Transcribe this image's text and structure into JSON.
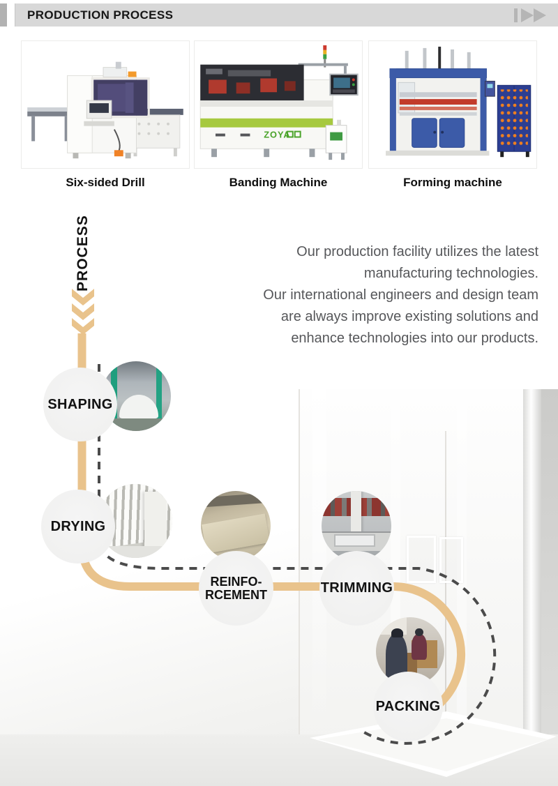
{
  "colors": {
    "accent_tan": "#e9c38c",
    "dash_gray": "#4b4b4b",
    "header_bar": "#d8d8d8",
    "header_accent": "#b2b2b2",
    "step_circle_bg": "#f1f1f0",
    "brand_green": "#4aa32a"
  },
  "header": {
    "title": "PRODUCTION PROCESS"
  },
  "machines": [
    {
      "caption": "Six-sided Drill"
    },
    {
      "caption": "Banding Machine",
      "logo": "ZOYA"
    },
    {
      "caption": "Forming machine"
    }
  ],
  "process": {
    "vertical_label": "PROCESS",
    "description_lines": [
      "Our production facility utilizes the latest",
      "manufacturing technologies.",
      "Our international engineers and design team",
      "are always improve existing solutions and",
      "enhance technologies into our products."
    ],
    "steps": [
      {
        "label": "SHAPING"
      },
      {
        "label": "DRYING"
      },
      {
        "label": "REINFO-",
        "label2": "RCEMENT"
      },
      {
        "label": "TRIMMING"
      },
      {
        "label": "PACKING"
      }
    ]
  }
}
